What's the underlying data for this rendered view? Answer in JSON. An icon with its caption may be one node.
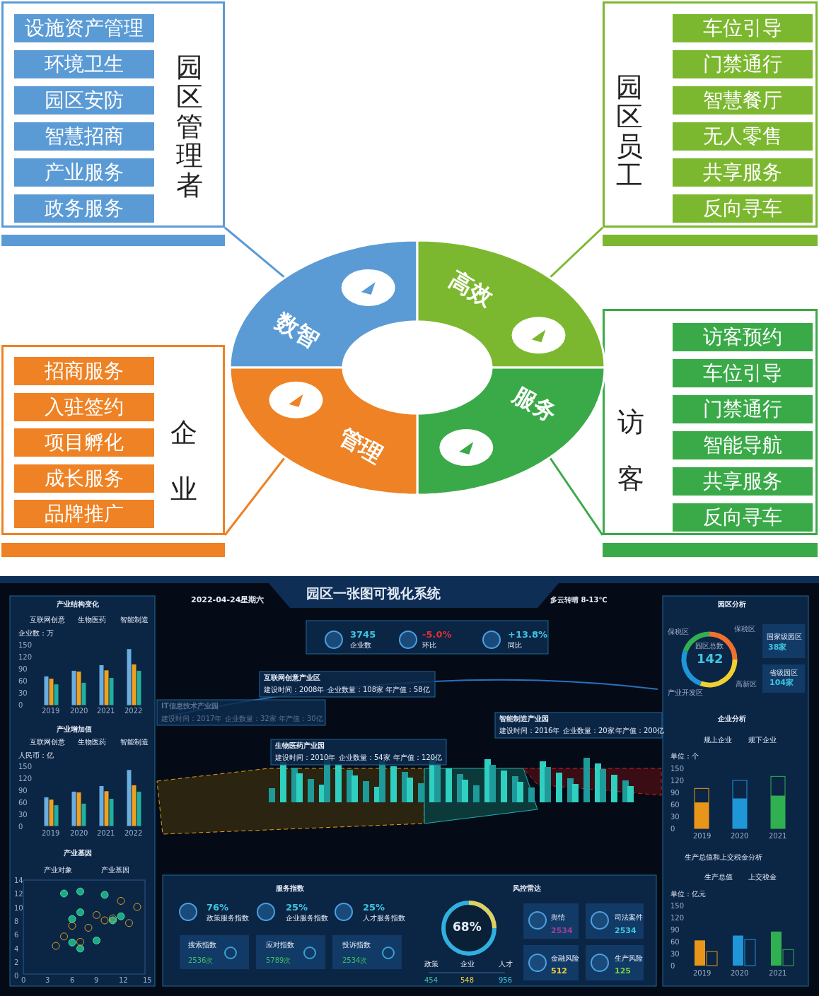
{
  "diagram": {
    "nodes": [
      {
        "text": [
          "园区管理者"
        ]
      },
      {
        "text": [
          "设施资产管理"
        ],
        "in": 0
      },
      {
        "text": [
          "环境卫生"
        ],
        "in": 0
      },
      {
        "text": [
          "园区安防"
        ],
        "in": 0
      },
      {
        "text": [
          "智慧招商"
        ],
        "in": 0
      },
      {
        "text": [
          "产业服务"
        ],
        "in": 0
      },
      {
        "text": [
          "政务服务"
        ],
        "in": 0
      },
      {
        "text": [
          "园区员工"
        ]
      },
      {
        "text": [
          "车位引导"
        ],
        "in": 7
      },
      {
        "text": [
          "门禁通行"
        ],
        "in": 7
      },
      {
        "text": [
          "智慧餐厅"
        ],
        "in": 7
      },
      {
        "text": [
          "无人零售"
        ],
        "in": 7
      },
      {
        "text": [
          "共享服务"
        ],
        "in": 7
      },
      {
        "text": [
          "反向寻车"
        ],
        "in": 7
      },
      {
        "text": [
          "企业"
        ]
      },
      {
        "text": [
          "招商服务"
        ],
        "in": 14
      },
      {
        "text": [
          "入驻签约"
        ],
        "in": 14
      },
      {
        "text": [
          "项目孵化"
        ],
        "in": 14
      },
      {
        "text": [
          "成长服务"
        ],
        "in": 14
      },
      {
        "text": [
          "品牌推广"
        ],
        "in": 14
      },
      {
        "text": [
          "访客"
        ]
      },
      {
        "text": [
          "访客预约"
        ],
        "in": 20
      },
      {
        "text": [
          "车位引导"
        ],
        "in": 20
      },
      {
        "text": [
          "门禁通行"
        ],
        "in": 20
      },
      {
        "text": [
          "智能导航"
        ],
        "in": 20
      },
      {
        "text": [
          "共享服务"
        ],
        "in": 20
      },
      {
        "text": [
          "反向寻车"
        ],
        "in": 20
      },
      {
        "text": [
          "数智"
        ]
      },
      {
        "text": [
          "高效"
        ]
      },
      {
        "text": [
          "服务"
        ]
      },
      {
        "text": [
          "管理"
        ]
      }
    ],
    "edges": [
      {
        "from": 27,
        "to": 0,
        "arrow": "none",
        "color": "#5b9bd5"
      },
      {
        "from": 28,
        "to": 7,
        "arrow": "none",
        "color": "#7cb82f"
      },
      {
        "from": 30,
        "to": 14,
        "arrow": "none",
        "color": "#ee8224"
      },
      {
        "from": 29,
        "to": 20,
        "arrow": "none",
        "color": "#3aaa48"
      }
    ],
    "labels": [
      "园区一张图可视化系统",
      "2022-04-24星期六",
      "多云转晴 8-13℃",
      "产业结构变化",
      "互联网创意",
      "生物医药",
      "智能制造",
      "企业数：万",
      "150",
      "120",
      "90",
      "60",
      "30",
      "0",
      "2019",
      "2020",
      "2021",
      "2022",
      "IT信息技术产业园",
      "建设时间：2017年",
      "企业数量：32家",
      "年产值：30亿",
      "产业增加值",
      "互联网创意",
      "生物医药",
      "智能制造",
      "人民币：亿",
      "150",
      "120",
      "90",
      "60",
      "30",
      "0",
      "2019",
      "2020",
      "2021",
      "2022",
      "产业基因",
      "产业对象",
      "产业基因",
      "14",
      "12",
      "10",
      "8",
      "6",
      "4",
      "2",
      "0",
      "0",
      "3",
      "6",
      "9",
      "12",
      "15",
      "3745",
      "企业数",
      "-5.0%",
      "环比",
      "+13.8%",
      "同比",
      "互联网创意产业区",
      "建设时间：2008年",
      "企业数量：108家",
      "年产值：58亿",
      "生物医药产业园",
      "建设时间：2010年",
      "企业数量：54家",
      "年产值：120亿",
      "智能制造产业园",
      "建设时间：2016年",
      "企业数量：20家",
      "年产值：200亿",
      "服务指数",
      "76%",
      "政策服务指数",
      "25%",
      "企业服务指数",
      "25%",
      "人才服务指数",
      "搜索指数",
      "2536次",
      "应对指数",
      "5789次",
      "投诉指数",
      "2534次",
      "风控雷达",
      "68%",
      "政策",
      "企业",
      "人才",
      "454",
      "548",
      "956",
      "舆情",
      "2534",
      "司法案件",
      "2534",
      "金融风险",
      "512",
      "生产风险",
      "125",
      "园区分析",
      "保税区",
      "保税区",
      "园区总数",
      "142",
      "高新区",
      "产业开发区",
      "国家级园区",
      "38家",
      "省级园区",
      "104家",
      "企业分析",
      "规上企业",
      "规下企业",
      "单位：个",
      "150",
      "120",
      "90",
      "60",
      "30",
      "0",
      "2019",
      "2020",
      "2021",
      "生产总值和上交税金分析",
      "生产总值",
      "上交税金",
      "单位：亿元",
      "150",
      "120",
      "90",
      "60",
      "30",
      "0",
      "2019",
      "2020",
      "2021"
    ]
  }
}
